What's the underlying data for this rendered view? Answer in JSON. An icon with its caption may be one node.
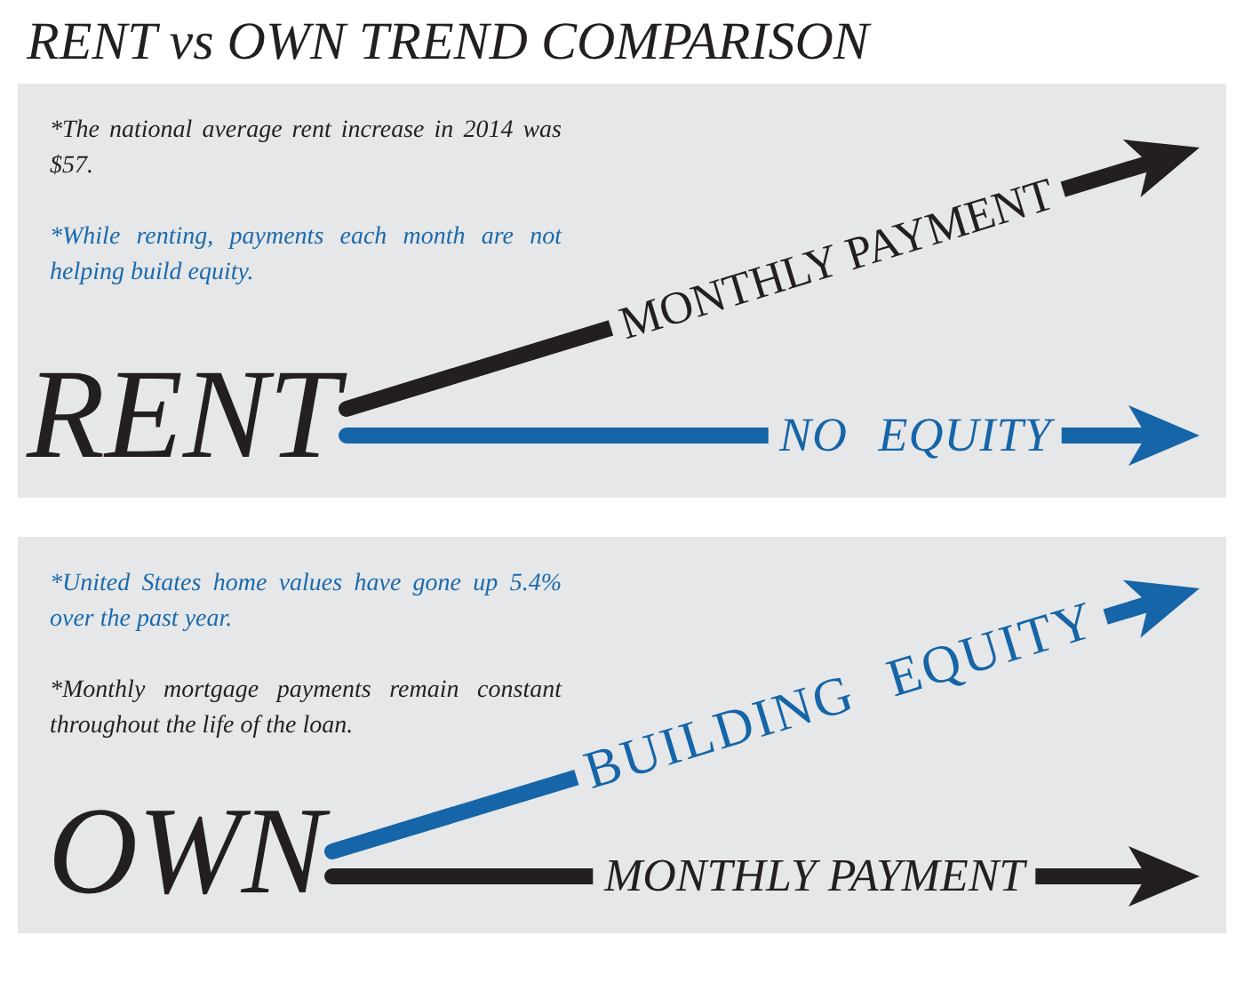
{
  "diagram": {
    "title": "RENT vs OWN TREND COMPARISON",
    "nodes": [
      {
        "text": [
          "*The national average rent increase in 2014 was $57.",
          "*While renting, payments each month are not helping build equity."
        ]
      },
      {
        "text": [
          "RENT"
        ],
        "in": 0
      },
      {
        "text": [
          "*United States home values have gone up 5.4% over the past year.",
          "*Monthly mortgage payments remain constant throughout the life of the loan."
        ]
      },
      {
        "text": [
          "OWN"
        ],
        "in": 2
      }
    ],
    "edges": [
      {
        "from": 1,
        "to": null,
        "arrow": "to",
        "label": "MONTHLY PAYMENT"
      },
      {
        "from": 1,
        "to": null,
        "arrow": "to",
        "label": "NO EQUITY",
        "color": "#1565a8"
      },
      {
        "from": 3,
        "to": null,
        "arrow": "to",
        "label": "BUILDING EQUITY",
        "color": "#1565a8"
      },
      {
        "from": 3,
        "to": null,
        "arrow": "to",
        "label": "MONTHLY PAYMENT"
      }
    ]
  }
}
